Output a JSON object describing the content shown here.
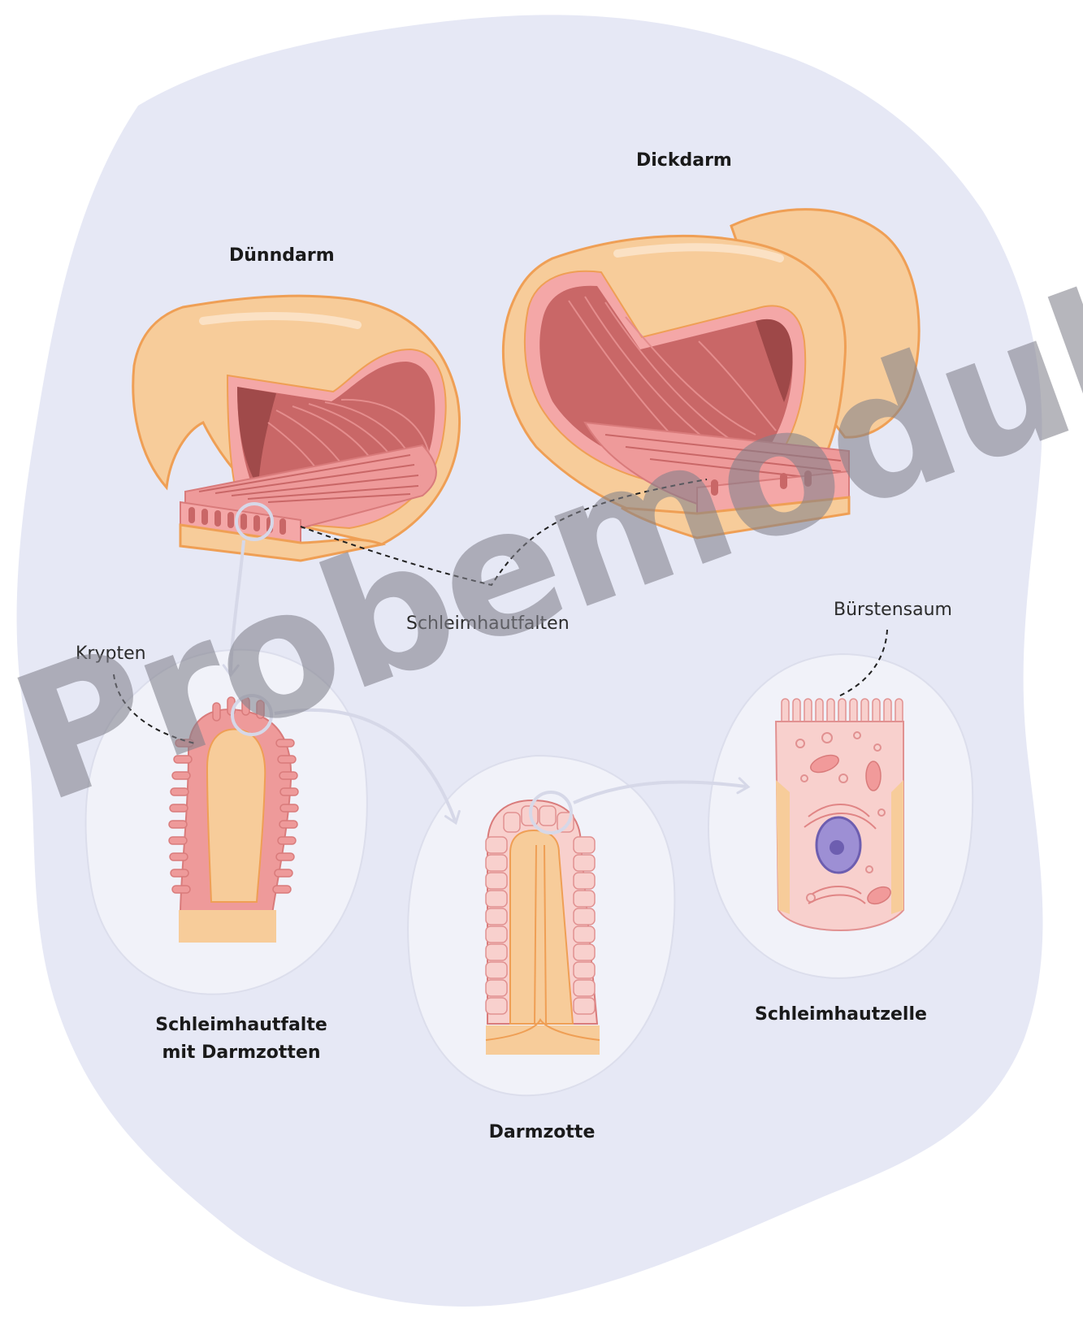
{
  "labels": {
    "duenndarm": "Dünndarm",
    "dickdarm": "Dickdarm",
    "schleimhautfalten": "Schleimhautfalten",
    "krypten": "Krypten",
    "buerstensaum": "Bürstensaum",
    "schleimhautfalte_line1": "Schleimhautfalte",
    "schleimhautfalte_line2": "mit Darmzotten",
    "darmzotte": "Darmzotte",
    "schleimhautzelle": "Schleimhautzelle"
  },
  "watermark": "Probemodul",
  "colors": {
    "background_blob": "#e6e8f5",
    "detail_circle": "#f1f2f9",
    "outer_wall": "#f7cc9a",
    "outer_stroke": "#ef9f55",
    "mucosa": "#ee9a9a",
    "mucosa_dark": "#c96767",
    "cell_fill": "#f8d0cd",
    "nucleus": "#9d8fd4"
  }
}
